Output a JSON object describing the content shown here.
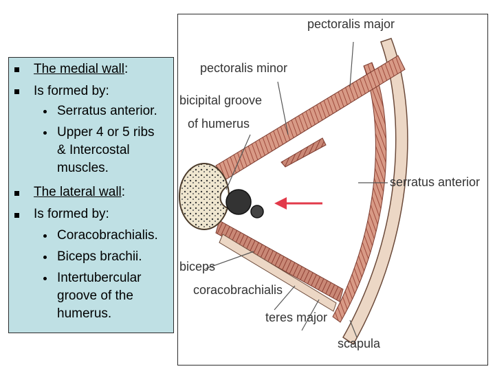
{
  "text_panel": {
    "medial_heading": "The medial wall",
    "medial_colon": ":",
    "medial_formed_by": "Is formed by:",
    "medial_items": [
      "Serratus anterior.",
      "Upper 4 or 5 ribs",
      "& Intercostal",
      "muscles."
    ],
    "lateral_heading": "The lateral wall",
    "lateral_colon": ":",
    "lateral_formed_by": "Is formed by:",
    "lateral_items": [
      "Coracobrachialis.",
      "Biceps brachii.",
      "Intertubercular",
      "groove of the",
      "humerus."
    ]
  },
  "diagram_labels": {
    "pectoralis_major": "pectoralis major",
    "pectoralis_minor": "pectoralis minor",
    "bicipital_groove_1": "bicipital groove",
    "bicipital_groove_2": "of humerus",
    "serratus_anterior": "serratus anterior",
    "biceps": "biceps",
    "coracobrachialis": "coracobrachialis",
    "teres_major": "teres major",
    "scapula": "scapula"
  },
  "colors": {
    "panel_bg": "#bfe0e4",
    "muscle": "#b86a5a",
    "muscle_light": "#e8c9b4",
    "arrow": "#e23a4a"
  }
}
